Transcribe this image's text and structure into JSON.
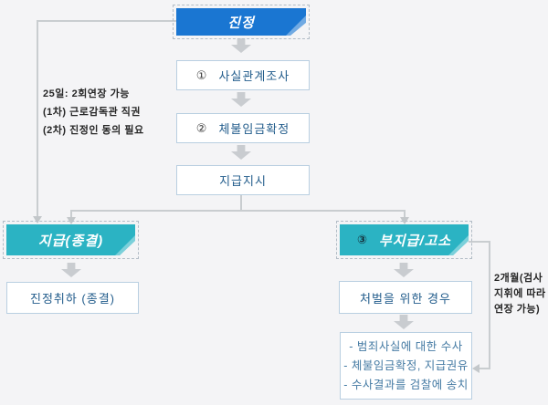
{
  "colors": {
    "background": "#f4f4f6",
    "primary_blue": "#1a76d2",
    "teal": "#2bb3c3",
    "box_border": "#b9cfe1",
    "box_text": "#235d8c",
    "line_gray": "#c9cdd0"
  },
  "flowchart": {
    "start": {
      "label": "진정"
    },
    "steps": {
      "step1": {
        "num": "①",
        "label": "사실관계조사"
      },
      "step2": {
        "num": "②",
        "label": "체불임금확정"
      },
      "step3": {
        "label": "지급지시"
      }
    },
    "left_branch": {
      "header": {
        "label": "지급(종결)"
      },
      "result": {
        "label": "진정취하 (종결)"
      }
    },
    "right_branch": {
      "header": {
        "num": "③",
        "label": "부지급/고소"
      },
      "step": {
        "label": "처벌을 위한 경우"
      },
      "details": [
        "- 범죄사실에 대한 수사",
        "- 체불임금확정, 지급권유",
        "- 수사결과를 검찰에 송치"
      ]
    },
    "annotations": {
      "left": [
        "25일: 2회연장 가능",
        "(1차) 근로감독관 직권",
        "(2차) 진정인 동의 필요"
      ],
      "right": [
        "2개월(검사",
        "지휘에 따라",
        "연장 가능)"
      ]
    }
  }
}
